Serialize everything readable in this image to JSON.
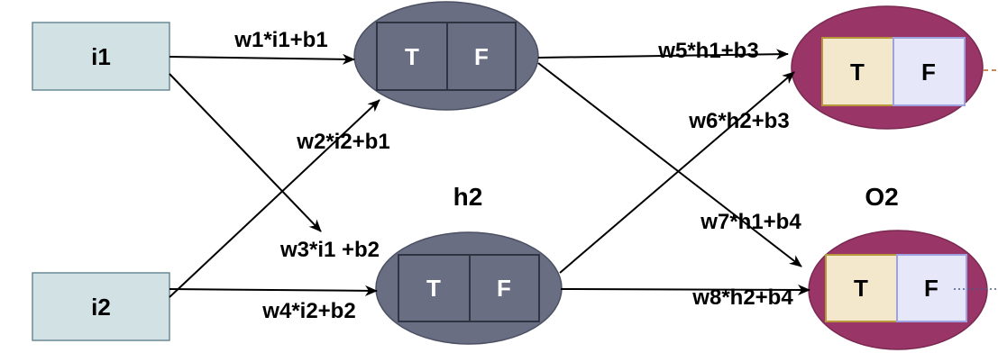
{
  "nodes": {
    "i1": {
      "label": "i1"
    },
    "i2": {
      "label": "i2"
    },
    "h1": {
      "true_cell": "T",
      "false_cell": "F"
    },
    "h2": {
      "label": "h2",
      "true_cell": "T",
      "false_cell": "F"
    },
    "o1": {
      "true_cell": "T",
      "false_cell": "F"
    },
    "o2": {
      "label": "O2",
      "true_cell": "T",
      "false_cell": "F"
    }
  },
  "edges": [
    {
      "label": "w1*i1+b1"
    },
    {
      "label": "w2*i2+b1"
    },
    {
      "label": "w3*i1 +b2"
    },
    {
      "label": "w4*i2+b2"
    },
    {
      "label": "w5*h1+b3"
    },
    {
      "label": "w6*h2+b3"
    },
    {
      "label": "w7*h1+b4"
    },
    {
      "label": "w8*h2+b4"
    }
  ],
  "colors": {
    "input_fill": "#d1e1e4",
    "hidden_fill": "#696e82",
    "output_fill": "#993567",
    "true_cell_fill": "#f3e8cc",
    "false_cell_fill": "#e6e7f8",
    "edge_stroke": "#000000"
  }
}
